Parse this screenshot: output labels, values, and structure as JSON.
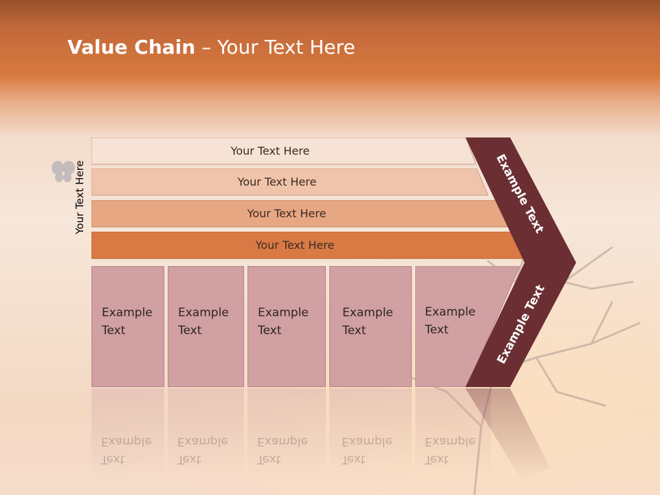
{
  "slide": {
    "title_bold": "Value Chain",
    "title_sep": " – ",
    "title_rest": "Your Text Here"
  },
  "side_label": "Your Text Here",
  "bands": [
    {
      "label": "Your Text Here",
      "color": "#f7e2d6"
    },
    {
      "label": "Your Text Here",
      "color": "#f0c4aa"
    },
    {
      "label": "Your Text Here",
      "color": "#e7a782"
    },
    {
      "label": "Your Text Here",
      "color": "#d97a45"
    }
  ],
  "columns": [
    {
      "line1": "Example",
      "line2": "Text"
    },
    {
      "line1": "Example",
      "line2": "Text"
    },
    {
      "line1": "Example",
      "line2": "Text"
    },
    {
      "line1": "Example",
      "line2": "Text"
    },
    {
      "line1": "Example",
      "line2": "Text"
    }
  ],
  "chevron": {
    "upper_label": "Example Text",
    "lower_label": "Example Text",
    "color": "#6b2f33"
  },
  "colors": {
    "column_fill": "#d0a0a3",
    "title_bar": "#c9703c"
  }
}
